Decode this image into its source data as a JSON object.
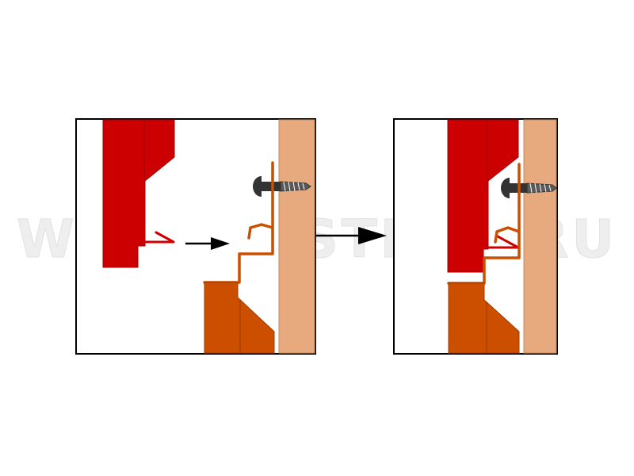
{
  "diagram": {
    "watermark": "WWW.VESTMET.RU",
    "colors": {
      "siding_panel": "#cc0000",
      "siding_panel_edge": "#a30000",
      "lower_panel": "#cc4f00",
      "lower_panel_edge": "#9e3c00",
      "board": "#e6aa7e",
      "board_edge": "#c98a5c",
      "screw": "#333333",
      "arrow": "#000000",
      "frame": "#000000",
      "watermark": "#eeeeee"
    },
    "steps": [
      {
        "stage": "before",
        "icon": "panel-detached-icon"
      },
      {
        "stage": "after",
        "icon": "panel-locked-icon"
      }
    ]
  }
}
